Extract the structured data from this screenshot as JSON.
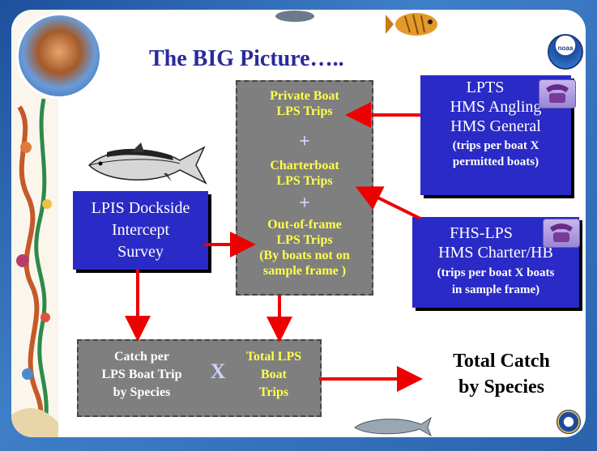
{
  "title": "The BIG Picture…..",
  "private_boat": "Private Boat\nLPS Trips",
  "plus_symbol": "+",
  "charterboat": "Charterboat\nLPS Trips",
  "out_of_frame": "Out-of-frame\nLPS Trips\n(By boats not on\nsample frame )",
  "lpts": {
    "line1": "LPTS",
    "line2": "HMS Angling",
    "line3": "HMS General",
    "note": "(trips per boat X\npermitted boats)"
  },
  "fhs": {
    "line1": "FHS-LPS",
    "line2": "HMS Charter/HB",
    "note": "(trips per boat X boats\nin sample frame)"
  },
  "lpis": "LPIS Dockside\nIntercept\nSurvey",
  "catch_per": "Catch per\nLPS Boat Trip\nby Species",
  "times_symbol": "X",
  "total_trips": "Total LPS\nBoat\nTrips",
  "total_catch": "Total Catch\nby Species",
  "logo_text": "noaa",
  "colors": {
    "title": "#2a2a9c",
    "yellow_text": "#ffff4d",
    "gray_box": "#7f7f7f",
    "blue_box": "#2a2ac6",
    "arrow": "#ee0000",
    "frame": "#2b63ad"
  },
  "icons": [
    "crab-in-hands-icon",
    "fish-icon",
    "noaa-logo-icon",
    "tuna-icon",
    "telephone-icon",
    "telephone-icon",
    "dolphin-icon",
    "commerce-seal-icon",
    "coral-border-decoration"
  ]
}
